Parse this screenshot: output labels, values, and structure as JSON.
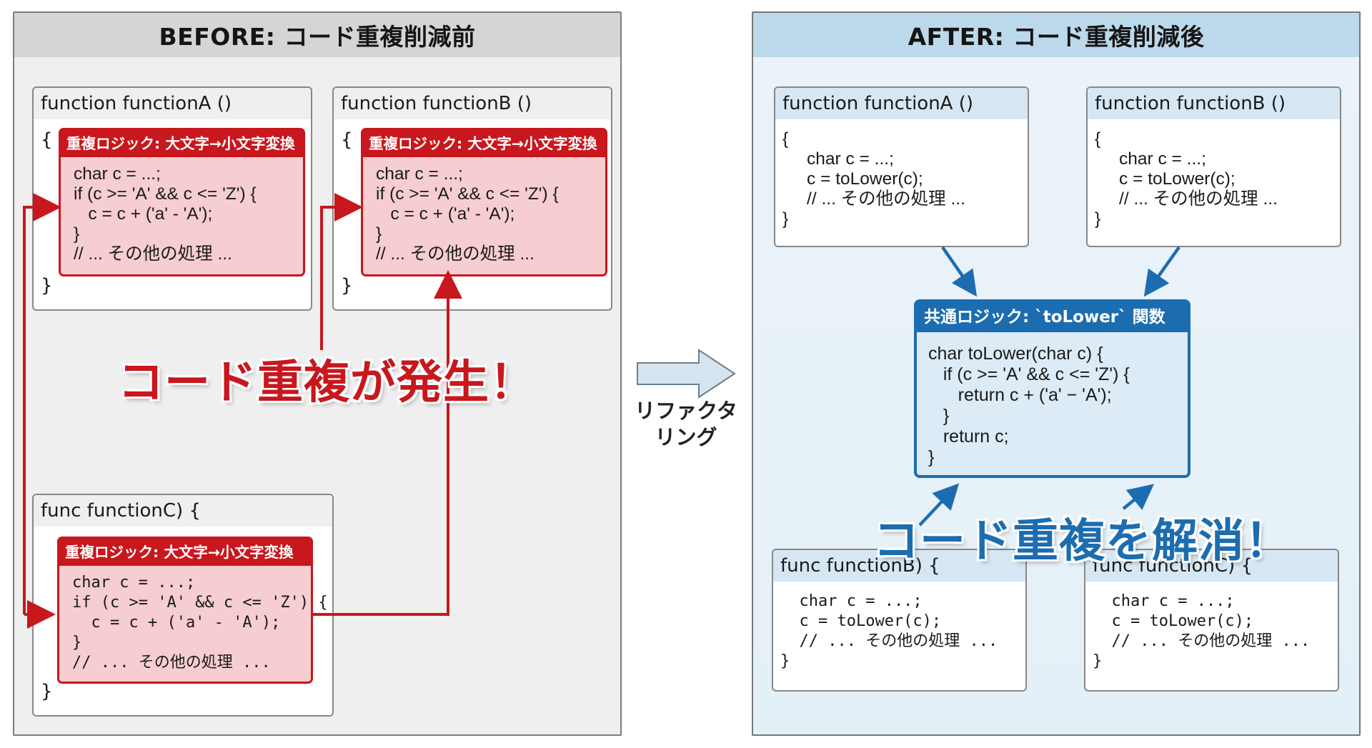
{
  "before": {
    "header": "BEFORE: コード重複削減前",
    "dup_label": "重複ロジック: 大文字→小文字変換",
    "functions": [
      {
        "title": "function functionA ()",
        "open_brace": "{",
        "close_brace": "}",
        "code": "char c = ...;\nif (c >= 'A' && c <= 'Z') {\n   c = c + ('a' - 'A');\n}\n// ... その他の処理 ..."
      },
      {
        "title": "function functionB ()",
        "open_brace": "{",
        "close_brace": "}",
        "code": "char c = ...;\nif (c >= 'A' && c <= 'Z') {\n   c = c + ('a' - 'A');\n}\n// ... その他の処理 ..."
      },
      {
        "title": "func functionC) {",
        "close_brace": "}",
        "code": "char c = ...;\nif (c >= 'A' && c <= 'Z') {\n  c = c + ('a' - 'A');\n}\n// ... その他の処理 ..."
      }
    ],
    "slogan": "コード重複が発生！",
    "accent_color": "#c8171d"
  },
  "transition": {
    "label_line1": "リファクタ",
    "label_line2": "リング"
  },
  "after": {
    "header": "AFTER: コード重複削減後",
    "functions": [
      {
        "title": "function functionA ()",
        "code": "{\n     char c = ...;\n     c = toLower(c);\n     // ... その他の処理 ...\n}"
      },
      {
        "title": "function functionB ()",
        "code": "{\n     char c = ...;\n     c = toLower(c);\n     // ... その他の処理 ...\n}"
      },
      {
        "title": "func functionB) {",
        "code": "  char c = ...;\n  c = toLower(c);\n  // ... その他の処理 ...\n}"
      },
      {
        "title": "func functionC) {",
        "code": "  char c = ...;\n  c = toLower(c);\n  // ... その他の処理 ...\n}"
      }
    ],
    "common": {
      "label": "共通ロジック: `toLower` 関数",
      "code": "char toLower(char c) {\n   if (c >= 'A' && c <= 'Z') {\n      return c + ('a' − 'A');\n   }\n   return c;\n}"
    },
    "slogan": "コード重複を解消！",
    "accent_color": "#1c6db0"
  }
}
